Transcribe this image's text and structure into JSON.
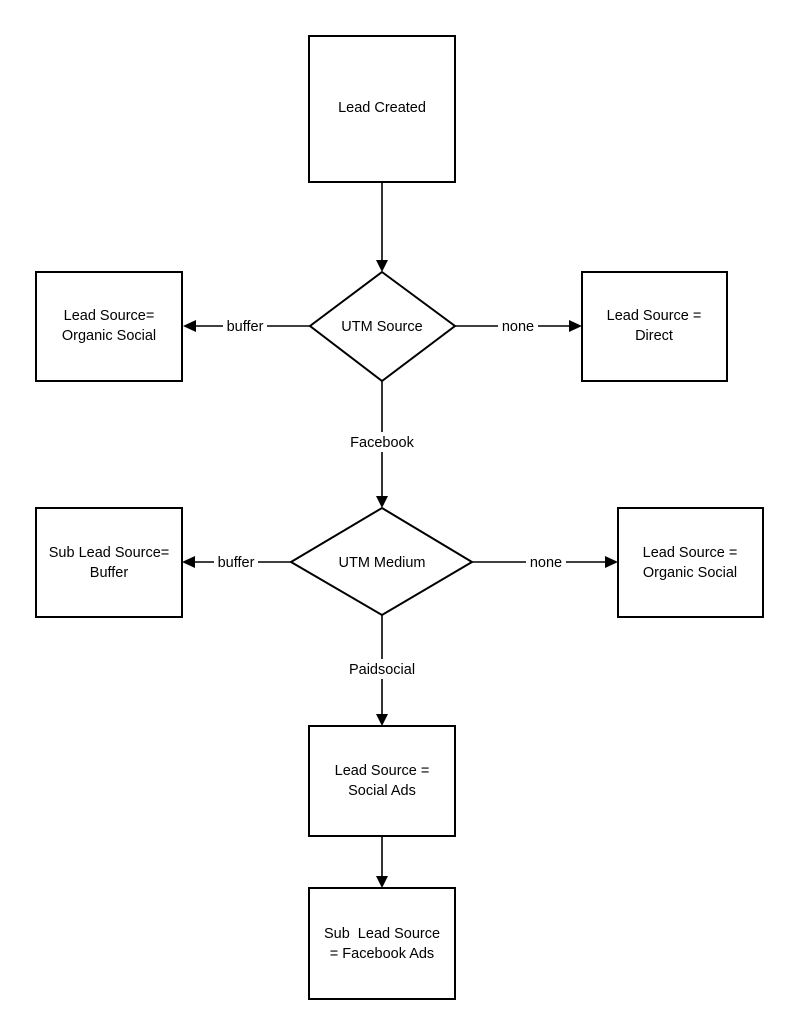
{
  "nodes": {
    "lead_created": {
      "lines": [
        "Lead Created"
      ]
    },
    "utm_source": {
      "lines": [
        "UTM Source"
      ]
    },
    "organic_social_source": {
      "lines": [
        "Lead Source=",
        "Organic Social"
      ]
    },
    "direct_source": {
      "lines": [
        "Lead Source =",
        "Direct"
      ]
    },
    "utm_medium": {
      "lines": [
        "UTM Medium"
      ]
    },
    "sub_buffer": {
      "lines": [
        "Sub Lead Source=",
        "Buffer"
      ]
    },
    "organic_social_medium": {
      "lines": [
        "Lead Source =",
        "Organic Social"
      ]
    },
    "social_ads": {
      "lines": [
        "Lead Source =",
        "Social Ads"
      ]
    },
    "sub_facebook_ads": {
      "lines": [
        "Sub  Lead Source",
        "= Facebook Ads"
      ]
    }
  },
  "edges": {
    "source_buffer": "buffer",
    "source_none": "none",
    "source_facebook": "Facebook",
    "medium_buffer": "buffer",
    "medium_none": "none",
    "medium_paidsocial": "Paidsocial"
  }
}
